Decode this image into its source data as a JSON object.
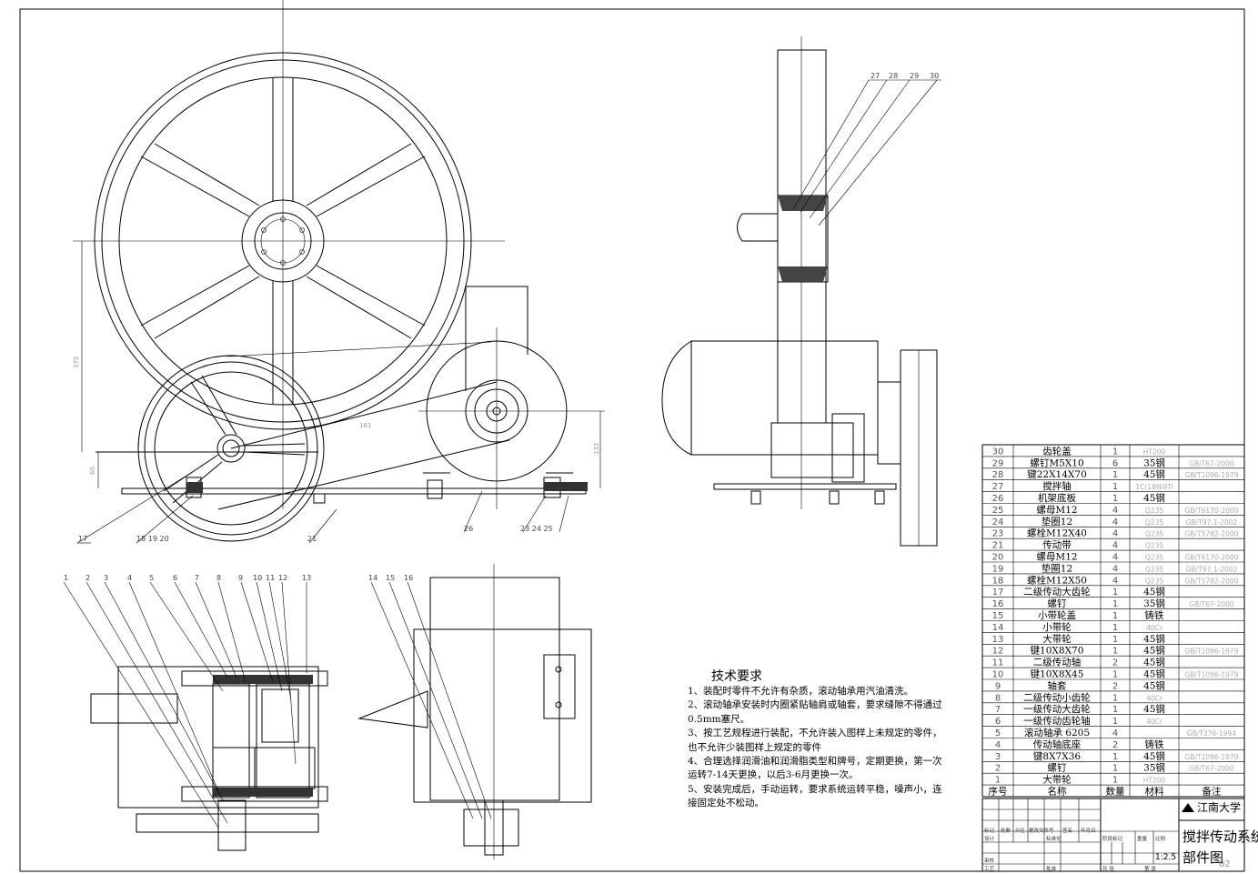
{
  "tech_requirements": {
    "title": "技术要求",
    "items": [
      "1、装配时零件不允许有杂质，滚动轴承用汽油清洗。",
      "2、滚动轴承安装时内圈紧贴轴肩或轴套，要求缝隙不得通过0.5mm塞尺。",
      "3、按工艺规程进行装配，不允许装入图样上未规定的零件，也不允许少装图样上规定的零件",
      "4、合理选择润滑油和润滑脂类型和牌号，定期更换，第一次运转7-14天更换，以后3-6月更换一次。",
      "5、安装完成后，手动运转，要求系统运转平稳，噪声小，连接固定处不松动。"
    ]
  },
  "bom": {
    "rows": [
      {
        "no": "30",
        "name": "齿轮盖",
        "qty": "1",
        "mat": "HT200",
        "note": ""
      },
      {
        "no": "29",
        "name": "螺钉M5X10",
        "qty": "6",
        "mat": "35钢",
        "note": "GB/T67-2000"
      },
      {
        "no": "28",
        "name": "键22X14X70",
        "qty": "1",
        "mat": "45钢",
        "note": "GB/T1096-1979"
      },
      {
        "no": "27",
        "name": "搅拌轴",
        "qty": "1",
        "mat": "1Cr18Ni9Ti",
        "note": ""
      },
      {
        "no": "26",
        "name": "机架底板",
        "qty": "1",
        "mat": "45钢",
        "note": ""
      },
      {
        "no": "25",
        "name": "螺母M12",
        "qty": "4",
        "mat": "Q235",
        "note": "GB/T6170-2000"
      },
      {
        "no": "24",
        "name": "垫圈12",
        "qty": "4",
        "mat": "Q235",
        "note": "GB/T97.1-2002"
      },
      {
        "no": "23",
        "name": "螺栓M12X40",
        "qty": "4",
        "mat": "Q235",
        "note": "GB/T5782-2000"
      },
      {
        "no": "21",
        "name": "传动带",
        "qty": "4",
        "mat": "Q235",
        "note": ""
      },
      {
        "no": "20",
        "name": "螺母M12",
        "qty": "4",
        "mat": "Q235",
        "note": "GB/T6170-2000"
      },
      {
        "no": "19",
        "name": "垫圈12",
        "qty": "4",
        "mat": "Q235",
        "note": "GB/T97.1-2002"
      },
      {
        "no": "18",
        "name": "螺栓M12X50",
        "qty": "4",
        "mat": "Q235",
        "note": "GB/T5782-2000"
      },
      {
        "no": "17",
        "name": "二级传动大齿轮",
        "qty": "1",
        "mat": "45钢",
        "note": ""
      },
      {
        "no": "16",
        "name": "螺钉",
        "qty": "1",
        "mat": "35钢",
        "note": "GB/T67-2000"
      },
      {
        "no": "15",
        "name": "小带轮盖",
        "qty": "1",
        "mat": "铸铁",
        "note": ""
      },
      {
        "no": "14",
        "name": "小带轮",
        "qty": "1",
        "mat": "40Cr",
        "note": ""
      },
      {
        "no": "13",
        "name": "大带轮",
        "qty": "1",
        "mat": "45钢",
        "note": ""
      },
      {
        "no": "12",
        "name": "键10X8X70",
        "qty": "1",
        "mat": "45钢",
        "note": "GB/T1096-1979"
      },
      {
        "no": "11",
        "name": "二级传动轴",
        "qty": "2",
        "mat": "45钢",
        "note": ""
      },
      {
        "no": "10",
        "name": "键10X8X45",
        "qty": "1",
        "mat": "45钢",
        "note": "GB/T1096-1979"
      },
      {
        "no": "9",
        "name": "轴套",
        "qty": "2",
        "mat": "45钢",
        "note": ""
      },
      {
        "no": "8",
        "name": "二级传动小齿轮",
        "qty": "1",
        "mat": "40Cr",
        "note": ""
      },
      {
        "no": "7",
        "name": "一级传动大齿轮",
        "qty": "1",
        "mat": "45钢",
        "note": ""
      },
      {
        "no": "6",
        "name": "一级传动齿轮轴",
        "qty": "1",
        "mat": "40Cr",
        "note": ""
      },
      {
        "no": "5",
        "name": "滚动轴承 6205",
        "qty": "4",
        "mat": "",
        "note": "GB/T276-1994"
      },
      {
        "no": "4",
        "name": "传动轴底座",
        "qty": "2",
        "mat": "铸铁",
        "note": ""
      },
      {
        "no": "3",
        "name": "键8X7X36",
        "qty": "1",
        "mat": "45钢",
        "note": "GB/T1096-1979"
      },
      {
        "no": "2",
        "name": "螺钉",
        "qty": "1",
        "mat": "35钢",
        "note": "GB/T67-2000"
      },
      {
        "no": "1",
        "name": "大带轮",
        "qty": "1",
        "mat": "HT200",
        "note": ""
      }
    ],
    "header": {
      "no": "序号",
      "name": "名称",
      "qty": "数量",
      "mat": "材料",
      "note": "备注"
    }
  },
  "title_block": {
    "university": "江南大学",
    "drawing_title": "搅拌传动系统",
    "drawing_subtitle": "部件图",
    "scale": "1:2.5",
    "drawing_no": "02",
    "headers": {
      "mark": "标记",
      "count": "处数",
      "zone": "分区",
      "doc": "更改文件号",
      "sign": "签名",
      "date": "年月日"
    },
    "design": "设计",
    "standard": "标准化",
    "review": "审核",
    "process": "工艺",
    "approve": "批准",
    "stage": "阶段标记",
    "weight": "重量",
    "ratio": "比例",
    "total": "共 张",
    "sheet": "第 张"
  },
  "balloons": {
    "side_view": [
      "27",
      "28",
      "29",
      "30"
    ],
    "front_view": [
      "17",
      "18 19 20",
      "26",
      "23 24 25",
      "21"
    ],
    "plan_view": [
      "1",
      "2",
      "3",
      "4",
      "5",
      "6",
      "7",
      "8",
      "9",
      "10",
      "11",
      "12",
      "13",
      "14",
      "15",
      "16"
    ]
  },
  "dimensions": {
    "d1": "375",
    "d2": "161",
    "d3": "132",
    "d4": "60"
  }
}
